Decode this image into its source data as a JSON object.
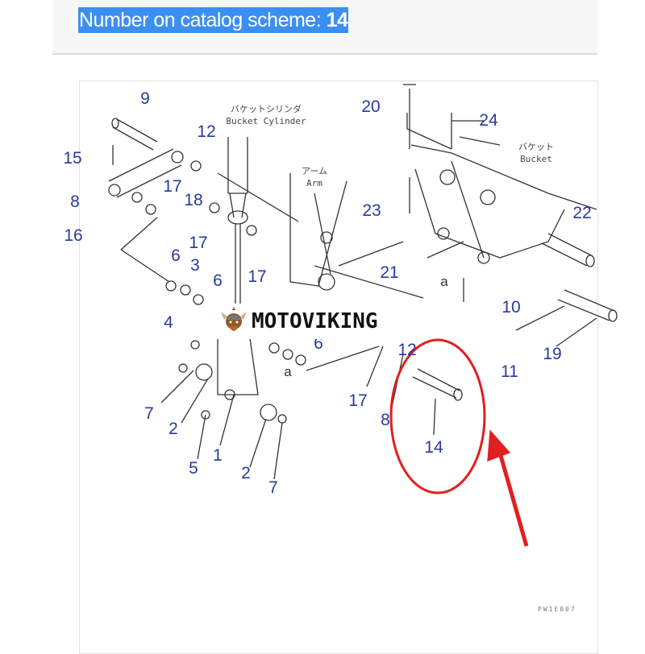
{
  "header": {
    "label": "Number on catalog scheme:",
    "number": "14",
    "highlight_color": "#3b8ff0"
  },
  "diagram": {
    "labels": [
      "9",
      "20",
      "24",
      "12",
      "15",
      "8",
      "17",
      "18",
      "16",
      "23",
      "22",
      "17",
      "6",
      "3",
      "6",
      "17",
      "21",
      "10",
      "4",
      "19",
      "11",
      "12",
      "6",
      "7",
      "2",
      "17",
      "8",
      "14",
      "1",
      "5",
      "2",
      "7"
    ],
    "bucket_cylinder": {
      "jp": "バケットシリンダ",
      "en": "Bucket Cylinder"
    },
    "arm": {
      "jp": "アーム",
      "en": "Arm"
    },
    "bucket": {
      "jp": "バケット",
      "en": "Bucket"
    },
    "ref_a": "a",
    "drawing_code": "PW1E007",
    "highlighted_part": "14",
    "highlight_color": "#e02020"
  },
  "watermark": {
    "text": "MOTOVIKING"
  }
}
